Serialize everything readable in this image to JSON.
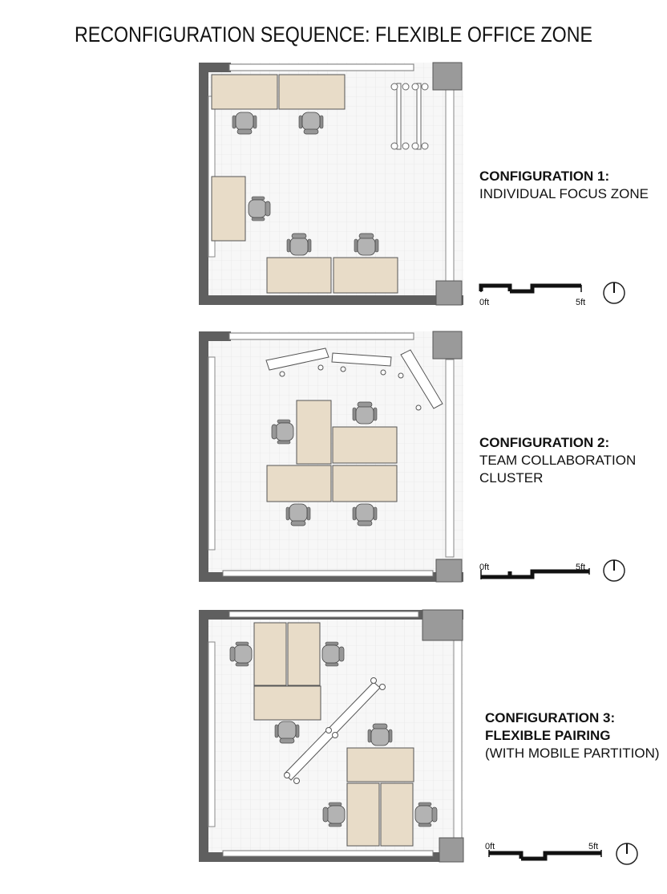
{
  "title": "RECONFIGURATION SEQUENCE: FLEXIBLE OFFICE ZONE",
  "configurations": [
    {
      "heading": "CONFIGURATION 1:",
      "lines": [
        "INDIVIDUAL FOCUS ZONE"
      ],
      "scale_start": "0ft",
      "scale_end": "5ft"
    },
    {
      "heading": "CONFIGURATION 2:",
      "lines": [
        "TEAM COLLABORATION",
        "CLUSTER"
      ],
      "scale_start": "0ft",
      "scale_end": "5ft"
    },
    {
      "heading": "CONFIGURATION 3:",
      "lines": [
        "FLEXIBLE PAIRING"
      ],
      "note": "(WITH MOBILE PARTITION)",
      "scale_start": "0ft",
      "scale_end": "5ft"
    }
  ],
  "colors": {
    "wall": "#5f5f5f",
    "column": "#9a9a9a",
    "desk": "#e8dcc8",
    "desk_stroke": "#555555",
    "chair": "#a8a8a8",
    "floor": "#f6f6f6"
  },
  "icons": {
    "north_arrow": "compass-icon",
    "chair": "office-chair-icon"
  }
}
